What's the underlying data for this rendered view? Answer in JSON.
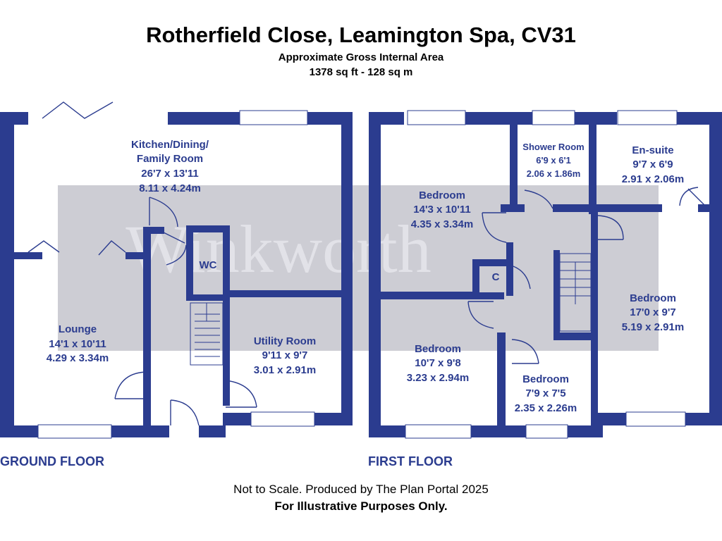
{
  "header": {
    "title": "Rotherfield Close, Leamington Spa, CV31",
    "subtitle": "Approximate Gross Internal Area",
    "area": "1378 sq ft - 128 sq m"
  },
  "watermark": "Winkworth",
  "colors": {
    "wall": "#2b3c8f",
    "label": "#2b3c8f",
    "watermark_band": "#c4c4cc"
  },
  "ground_floor": {
    "label": "GROUND FLOOR",
    "kitchen": {
      "name1": "Kitchen/Dining/",
      "name2": "Family Room",
      "imperial": "26'7 x 13'11",
      "metric": "8.11 x 4.24m"
    },
    "wc": {
      "name": "WC"
    },
    "lounge": {
      "name": "Lounge",
      "imperial": "14'1 x 10'11",
      "metric": "4.29 x 3.34m"
    },
    "utility": {
      "name": "Utility Room",
      "imperial": "9'11 x 9'7",
      "metric": "3.01 x 2.91m"
    }
  },
  "first_floor": {
    "label": "FIRST FLOOR",
    "bedroom1": {
      "name": "Bedroom",
      "imperial": "14'3 x 10'11",
      "metric": "4.35 x 3.34m"
    },
    "shower": {
      "name": "Shower Room",
      "imperial": "6'9 x 6'1",
      "metric": "2.06 x 1.86m"
    },
    "ensuite": {
      "name": "En-suite",
      "imperial": "9'7 x 6'9",
      "metric": "2.91 x 2.06m"
    },
    "cupboard": {
      "name": "C"
    },
    "bedroom2": {
      "name": "Bedroom",
      "imperial": "17'0 x 9'7",
      "metric": "5.19 x 2.91m"
    },
    "bedroom3": {
      "name": "Bedroom",
      "imperial": "10'7 x 9'8",
      "metric": "3.23 x 2.94m"
    },
    "bedroom4": {
      "name": "Bedroom",
      "imperial": "7'9 x 7'5",
      "metric": "2.35 x 2.26m"
    }
  },
  "footer": {
    "line1": "Not to Scale. Produced by The Plan Portal 2025",
    "line2": "For Illustrative Purposes Only."
  }
}
